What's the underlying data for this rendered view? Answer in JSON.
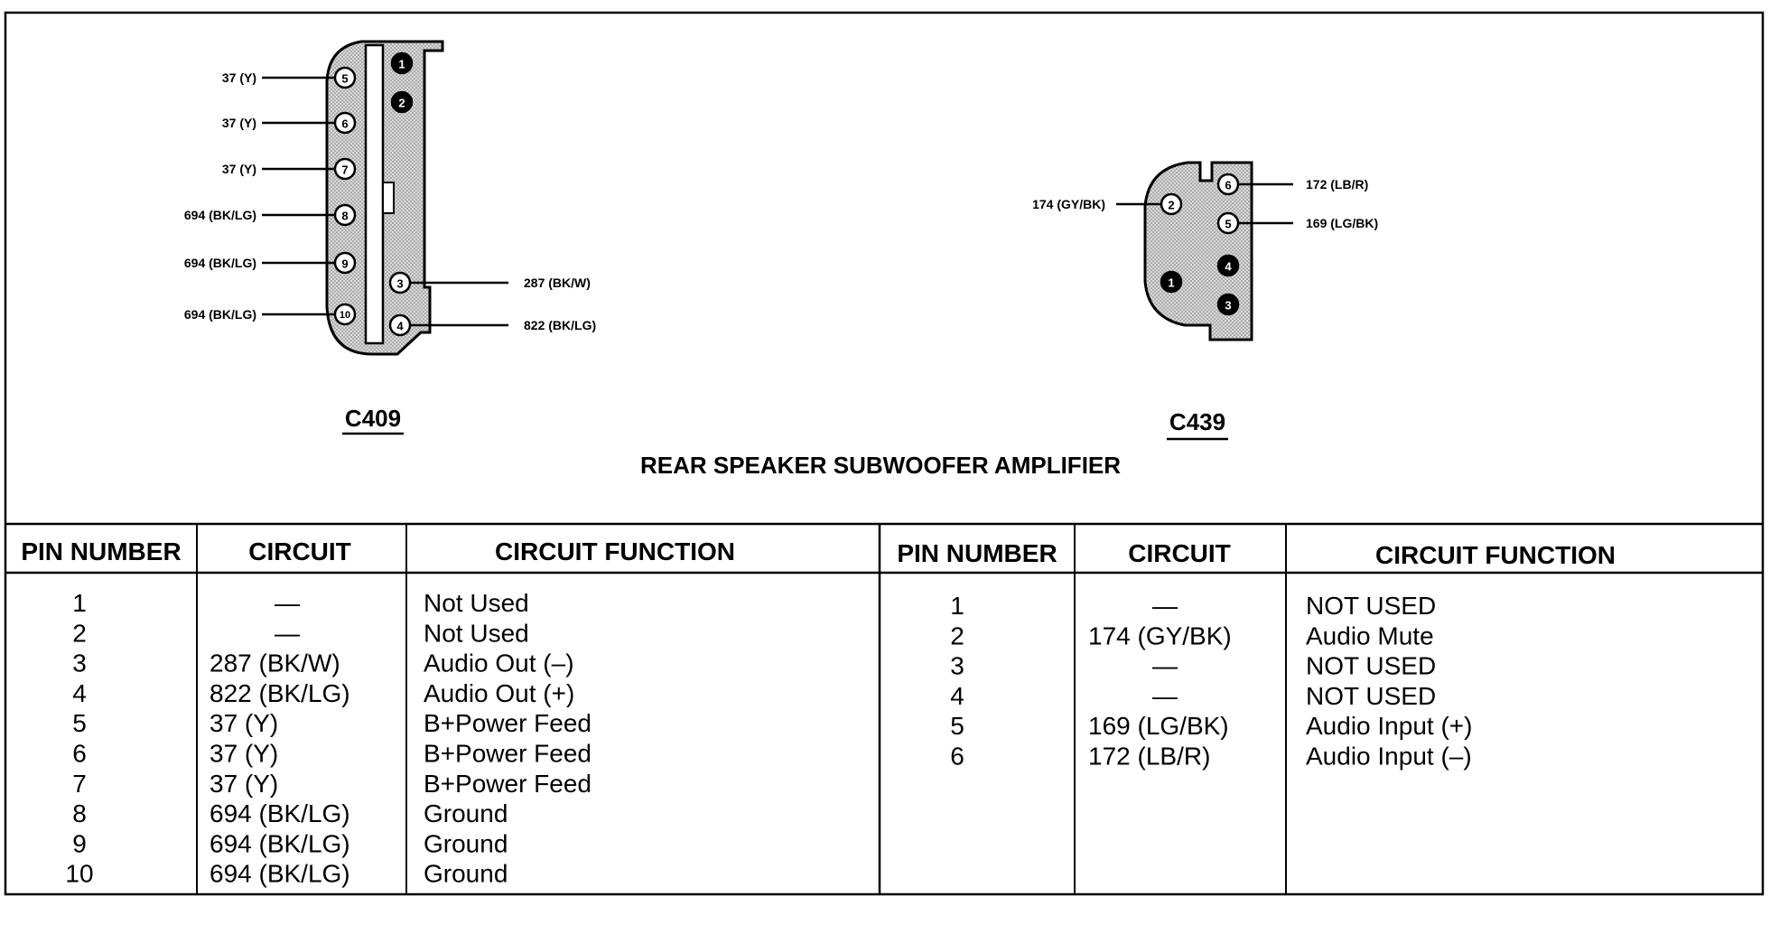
{
  "title": "REAR SPEAKER SUBWOOFER AMPLIFIER",
  "colors": {
    "connector_fill": "#c8c8c8",
    "line": "#000000",
    "background": "#ffffff"
  },
  "connectors": [
    {
      "name": "C409",
      "pins": [
        {
          "number": "1",
          "style": "filled",
          "wire": ""
        },
        {
          "number": "2",
          "style": "filled",
          "wire": ""
        },
        {
          "number": "3",
          "style": "open",
          "wire": "287 (BK/W)"
        },
        {
          "number": "4",
          "style": "open",
          "wire": "822 (BK/LG)"
        },
        {
          "number": "5",
          "style": "open",
          "wire": "37 (Y)"
        },
        {
          "number": "6",
          "style": "open",
          "wire": "37 (Y)"
        },
        {
          "number": "7",
          "style": "open",
          "wire": "37 (Y)"
        },
        {
          "number": "8",
          "style": "open",
          "wire": "694 (BK/LG)"
        },
        {
          "number": "9",
          "style": "open",
          "wire": "694 (BK/LG)"
        },
        {
          "number": "10",
          "style": "open",
          "wire": "694 (BK/LG)"
        }
      ]
    },
    {
      "name": "C439",
      "pins": [
        {
          "number": "1",
          "style": "filled",
          "wire": ""
        },
        {
          "number": "2",
          "style": "open",
          "wire": "174 (GY/BK)"
        },
        {
          "number": "3",
          "style": "filled",
          "wire": ""
        },
        {
          "number": "4",
          "style": "filled",
          "wire": ""
        },
        {
          "number": "5",
          "style": "open",
          "wire": "169 (LG/BK)"
        },
        {
          "number": "6",
          "style": "open",
          "wire": "172 (LB/R)"
        }
      ]
    }
  ],
  "tables": [
    {
      "headers": [
        "PIN NUMBER",
        "CIRCUIT",
        "CIRCUIT FUNCTION"
      ],
      "rows": [
        [
          "1",
          "—",
          "Not Used"
        ],
        [
          "2",
          "—",
          "Not Used"
        ],
        [
          "3",
          "287 (BK/W)",
          "Audio Out (–)"
        ],
        [
          "4",
          "822 (BK/LG)",
          "Audio Out (+)"
        ],
        [
          "5",
          "37 (Y)",
          "B+Power Feed"
        ],
        [
          "6",
          "37 (Y)",
          "B+Power Feed"
        ],
        [
          "7",
          "37 (Y)",
          "B+Power Feed"
        ],
        [
          "8",
          "694 (BK/LG)",
          "Ground"
        ],
        [
          "9",
          "694 (BK/LG)",
          "Ground"
        ],
        [
          "10",
          "694 (BK/LG)",
          "Ground"
        ]
      ]
    },
    {
      "headers": [
        "PIN NUMBER",
        "CIRCUIT",
        "CIRCUIT FUNCTION"
      ],
      "rows": [
        [
          "1",
          "—",
          "NOT USED"
        ],
        [
          "2",
          "174 (GY/BK)",
          "Audio Mute"
        ],
        [
          "3",
          "—",
          "NOT USED"
        ],
        [
          "4",
          "—",
          "NOT USED"
        ],
        [
          "5",
          "169 (LG/BK)",
          "Audio Input (+)"
        ],
        [
          "6",
          "172 (LB/R)",
          "Audio Input (–)"
        ]
      ]
    }
  ]
}
